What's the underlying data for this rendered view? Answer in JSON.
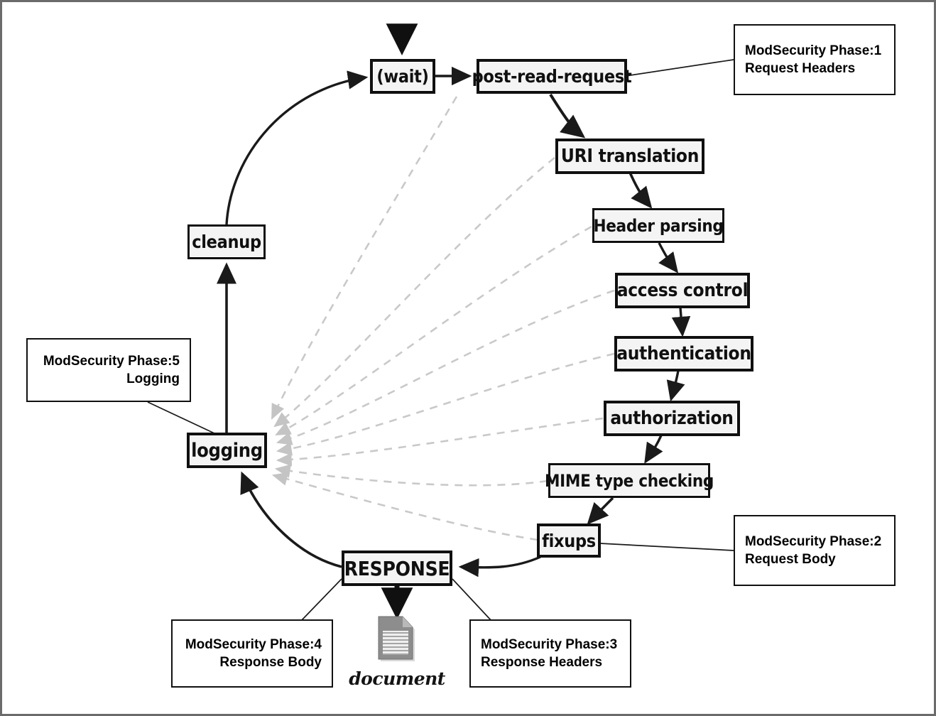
{
  "diagram": {
    "title": "Apache request cycle with ModSecurity phases",
    "colors": {
      "box_fill": "#f4f4f4",
      "box_border": "#101010",
      "note_border": "#111111",
      "solid_edge": "#1a1a1a",
      "dashed_edge": "#c9c9c9",
      "document_icon": "#8a8a8a",
      "frame": "#6b6b6b"
    },
    "stages": [
      {
        "id": "wait",
        "label": "(wait)"
      },
      {
        "id": "post_read",
        "label": "post-read-request"
      },
      {
        "id": "uri",
        "label": "URI translation"
      },
      {
        "id": "header",
        "label": "Header parsing"
      },
      {
        "id": "access",
        "label": "access control"
      },
      {
        "id": "authn",
        "label": "authentication"
      },
      {
        "id": "authz",
        "label": "authorization"
      },
      {
        "id": "mime",
        "label": "MIME type checking"
      },
      {
        "id": "fixups",
        "label": "fixups"
      },
      {
        "id": "response",
        "label": "RESPONSE"
      },
      {
        "id": "logging",
        "label": "logging"
      },
      {
        "id": "cleanup",
        "label": "cleanup"
      }
    ],
    "notes": [
      {
        "id": "phase1",
        "line1": "ModSecurity Phase:1",
        "line2": "Request Headers",
        "align": "left"
      },
      {
        "id": "phase2",
        "line1": "ModSecurity Phase:2",
        "line2": "Request Body",
        "align": "left"
      },
      {
        "id": "phase3",
        "line1": "ModSecurity Phase:3",
        "line2": "Response Headers",
        "align": "left"
      },
      {
        "id": "phase4",
        "line1": "ModSecurity Phase:4",
        "line2": "Response Body",
        "align": "right"
      },
      {
        "id": "phase5",
        "line1": "ModSecurity Phase:5",
        "line2": "Logging",
        "align": "right"
      }
    ],
    "document": {
      "label": "document",
      "icon": "document-page-icon"
    }
  }
}
